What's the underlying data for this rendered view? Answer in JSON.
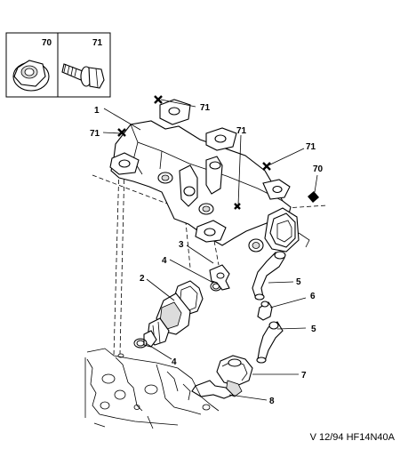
{
  "legend": [
    {
      "ref": "70",
      "icon": "flange-nut-icon"
    },
    {
      "ref": "71",
      "icon": "flange-bolt-icon"
    }
  ],
  "callouts": {
    "c1": "1",
    "c2": "2",
    "c3": "3",
    "c4a": "4",
    "c4b": "4",
    "c5a": "5",
    "c5b": "5",
    "c6": "6",
    "c7": "7",
    "c8": "8",
    "c70": "70",
    "c71a": "71",
    "c71b": "71",
    "c71c": "71",
    "c71d": "71"
  },
  "reference": "V 12/94 HF14N40A"
}
